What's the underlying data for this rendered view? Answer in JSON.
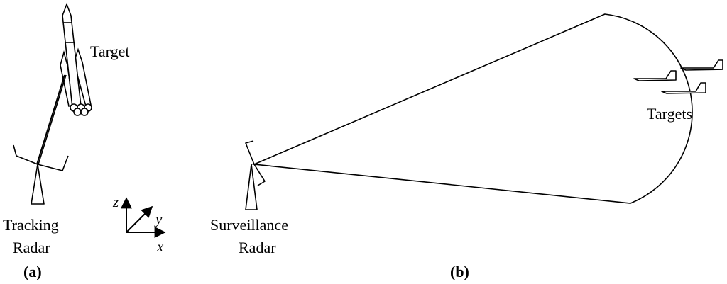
{
  "panel_a": {
    "caption": "(a)",
    "target_label": "Target",
    "radar_label_line1": "Tracking",
    "radar_label_line2": "Radar",
    "axes": {
      "z": "z",
      "y": "y",
      "x": "x"
    }
  },
  "panel_b": {
    "caption": "(b)",
    "targets_label": "Targets",
    "radar_label_line1": "Surveillance",
    "radar_label_line2": "Radar"
  }
}
